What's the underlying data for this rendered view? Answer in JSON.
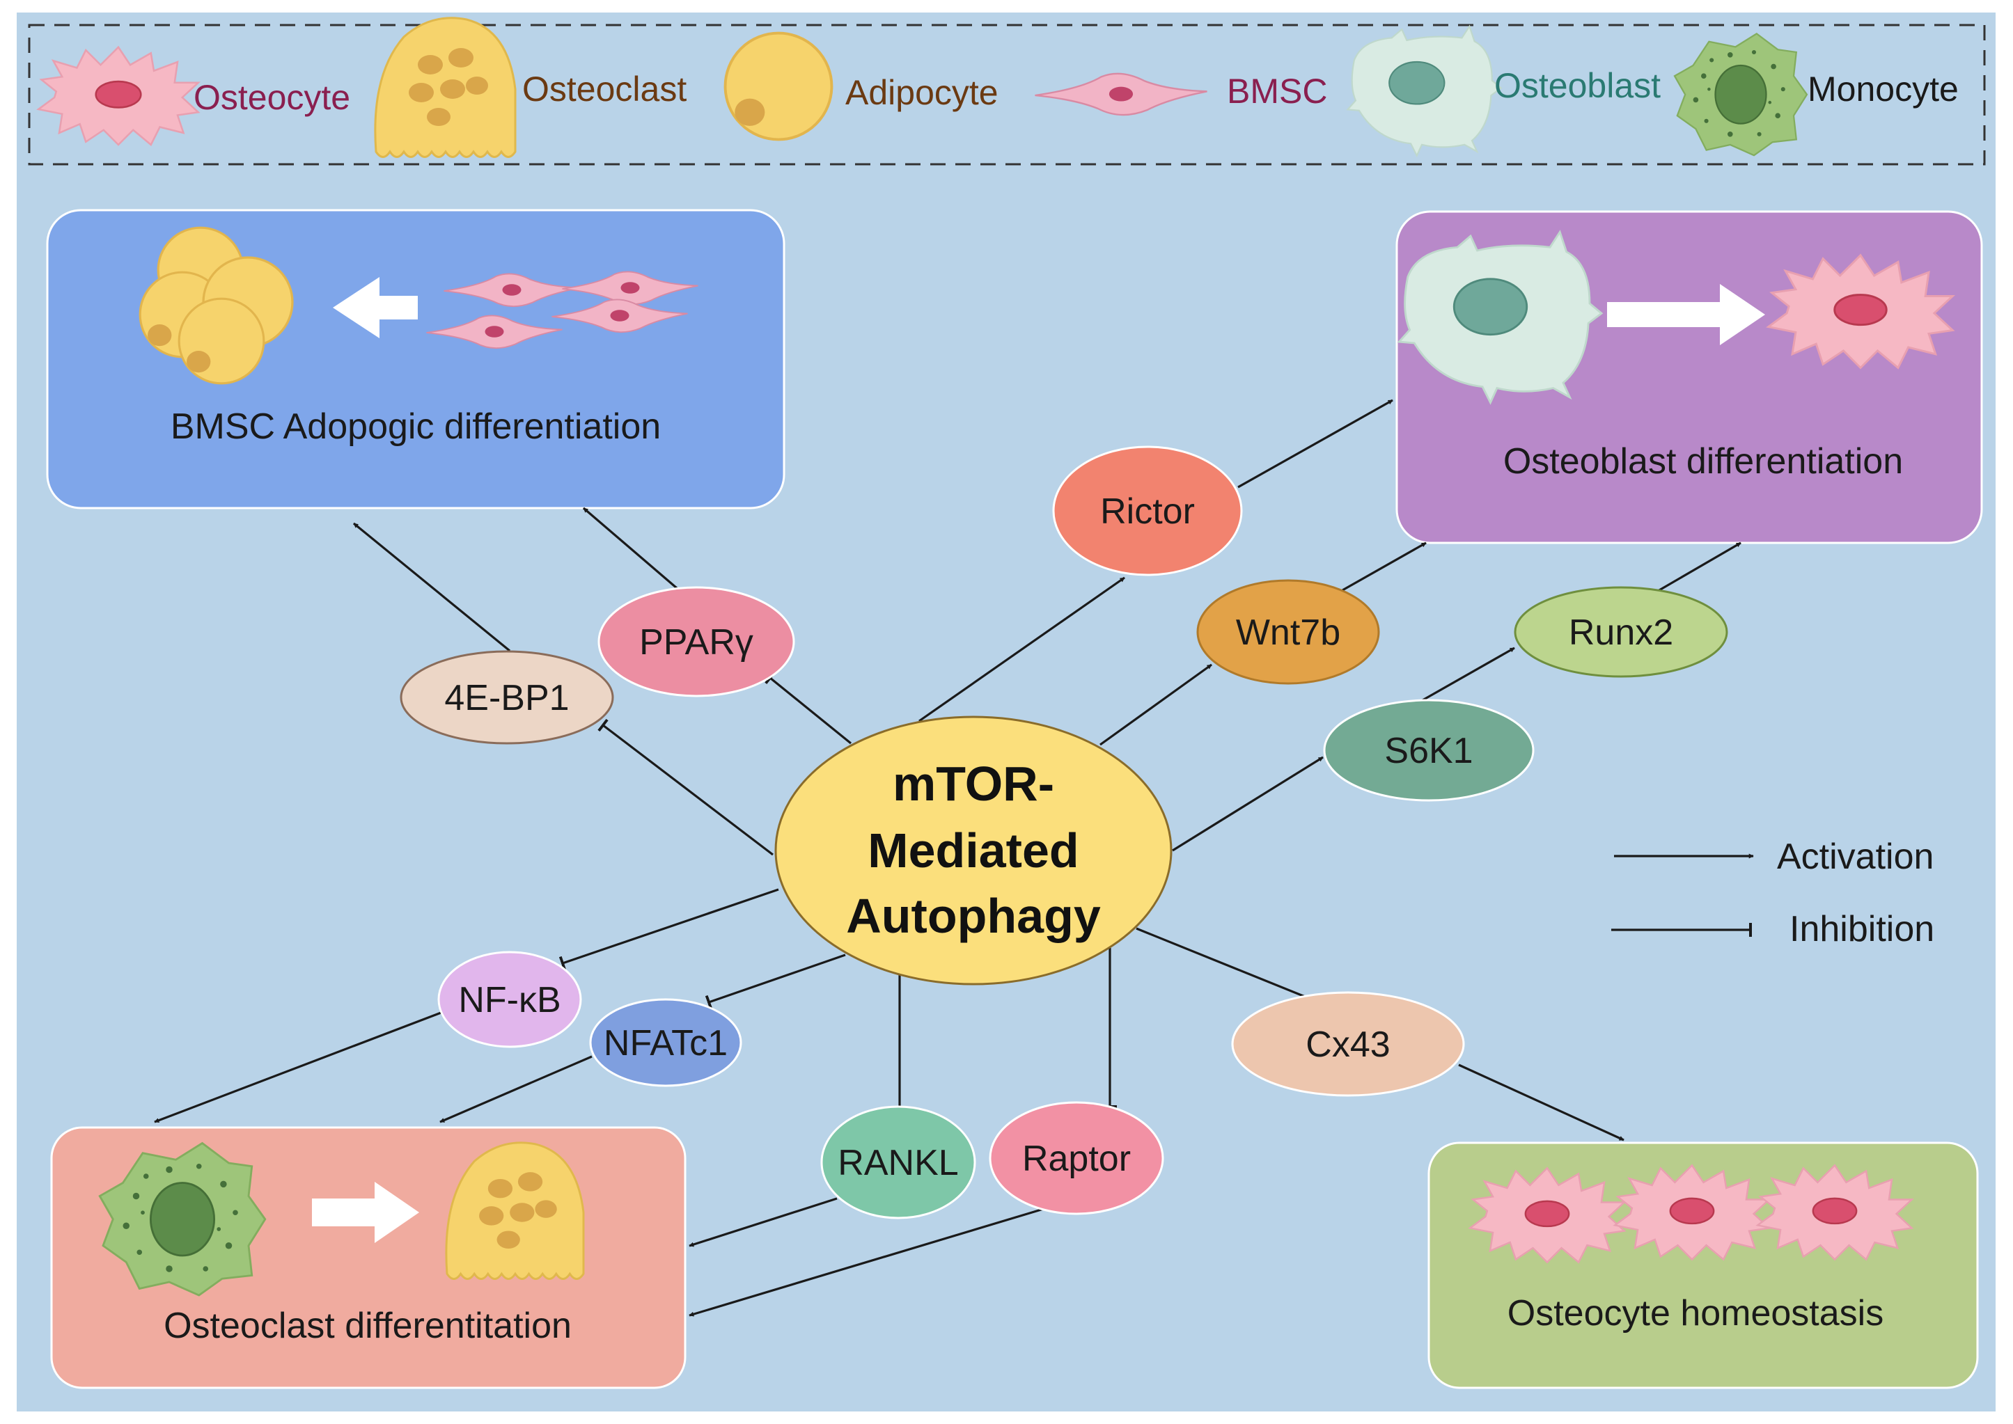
{
  "legend": {
    "osteocyte": "Osteocyte",
    "osteoclast": "Osteoclast",
    "adipocyte": "Adipocyte",
    "bmsc": "BMSC",
    "osteoblast": "Osteoblast",
    "monocyte": "Monocyte"
  },
  "colors": {
    "background": "#b9d3e8",
    "osteocyte_text": "#8a1f4f",
    "osteoclast_text": "#6b3a12",
    "adipocyte_text": "#6b3a12",
    "bmsc_text": "#8a1f4f",
    "osteoblast_text": "#2a7a72",
    "monocyte_text": "#1a1a1a"
  },
  "center": {
    "line1": "mTOR-",
    "line2": "Mediated",
    "line3": "Autophagy"
  },
  "boxes": {
    "bmsc_adipogenic": "BMSC Adopogic differentiation",
    "osteoblast_diff": "Osteoblast differentiation",
    "osteoclast_diff": "Osteoclast differentitation",
    "osteocyte_homeo": "Osteocyte homeostasis"
  },
  "nodes": {
    "rictor": "Rictor",
    "pparg": "PPARγ",
    "ebp1": "4E-BP1",
    "wnt7b": "Wnt7b",
    "runx2": "Runx2",
    "s6k1": "S6K1",
    "nfkb": "NF-κB",
    "nfatc1": "NFATc1",
    "rankl": "RANKL",
    "raptor": "Raptor",
    "cx43": "Cx43"
  },
  "key": {
    "activation": "Activation",
    "inhibition": "Inhibition"
  }
}
